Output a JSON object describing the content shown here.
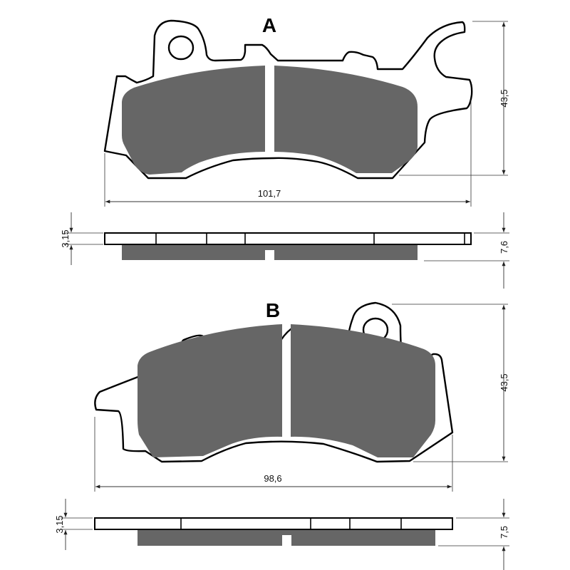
{
  "colors": {
    "friction": "#666666",
    "outline": "#000000",
    "background": "#ffffff"
  },
  "pad_a": {
    "label": "A",
    "height_dim": "43,5",
    "width_dim": "101,7",
    "plate_thickness_dim": "3,15",
    "total_thickness_dim": "7,6"
  },
  "pad_b": {
    "label": "B",
    "height_dim": "43,5",
    "width_dim": "98,6",
    "plate_thickness_dim": "3,15",
    "total_thickness_dim": "7,5"
  }
}
